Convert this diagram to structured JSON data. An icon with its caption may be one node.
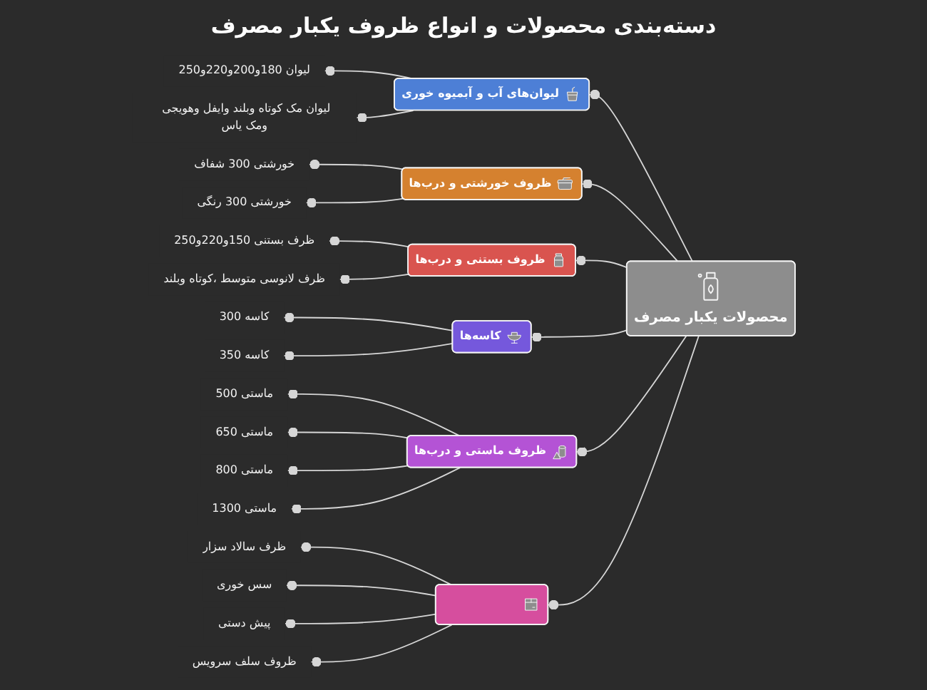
{
  "diagram": {
    "title": "دسته‌بندی محصولات و انواع ظروف یکبار مصرف",
    "nodes": [
      {
        "text": [
          "محصولات یکبار مصرف"
        ]
      },
      {
        "text": [
          "لیوان‌های آب و آبمیوه خوری"
        ]
      },
      {
        "text": [
          "لیوان 180و200و220و250"
        ]
      },
      {
        "text": [
          "لیوان مک کوتاه وبلند وایفل وهویجی ومک یاس"
        ]
      },
      {
        "text": [
          "ظروف خورشتی و درب‌ها"
        ]
      },
      {
        "text": [
          "خورشتی 300 شفاف"
        ]
      },
      {
        "text": [
          "خورشتی 300 رنگی"
        ]
      },
      {
        "text": [
          "ظروف بستنی و درب‌ها"
        ]
      },
      {
        "text": [
          "ظرف بستنی 150و220و250"
        ]
      },
      {
        "text": [
          "ظرف لانوسی متوسط ،کوتاه وبلند"
        ]
      },
      {
        "text": [
          "کاسه‌ها"
        ]
      },
      {
        "text": [
          "کاسه 300"
        ]
      },
      {
        "text": [
          "کاسه 350"
        ]
      },
      {
        "text": [
          "ظروف ماستی و درب‌ها"
        ]
      },
      {
        "text": [
          "ماستی 500"
        ]
      },
      {
        "text": [
          "ماستی 650"
        ]
      },
      {
        "text": [
          "ماستی 800"
        ]
      },
      {
        "text": [
          "ماستی 1300"
        ]
      },
      {
        "text": [],
        "shape": "box"
      },
      {
        "text": [
          "ظرف سالاد سزار"
        ]
      },
      {
        "text": [
          "سس خوری"
        ]
      },
      {
        "text": [
          "پیش دستی"
        ]
      },
      {
        "text": [
          "ظروف سلف سرویس"
        ]
      }
    ],
    "edges": [
      {
        "from": 0,
        "to": 1,
        "arrow": "other"
      },
      {
        "from": 1,
        "to": 2,
        "arrow": "other"
      },
      {
        "from": 1,
        "to": 3,
        "arrow": "other"
      },
      {
        "from": 0,
        "to": 4,
        "arrow": "other"
      },
      {
        "from": 4,
        "to": 5,
        "arrow": "other"
      },
      {
        "from": 4,
        "to": 6,
        "arrow": "other"
      },
      {
        "from": 0,
        "to": 7,
        "arrow": "other"
      },
      {
        "from": 7,
        "to": 8,
        "arrow": "other"
      },
      {
        "from": 7,
        "to": 9,
        "arrow": "other"
      },
      {
        "from": 0,
        "to": 10,
        "arrow": "other"
      },
      {
        "from": 10,
        "to": 11,
        "arrow": "other"
      },
      {
        "from": 10,
        "to": 12,
        "arrow": "other"
      },
      {
        "from": 0,
        "to": 13,
        "arrow": "other"
      },
      {
        "from": 13,
        "to": 14,
        "arrow": "other"
      },
      {
        "from": 13,
        "to": 15,
        "arrow": "other"
      },
      {
        "from": 13,
        "to": 16,
        "arrow": "other"
      },
      {
        "from": 13,
        "to": 17,
        "arrow": "other"
      },
      {
        "from": 0,
        "to": 18,
        "arrow": "other"
      },
      {
        "from": 18,
        "to": 19,
        "arrow": "other"
      },
      {
        "from": 18,
        "to": 20,
        "arrow": "other"
      },
      {
        "from": 18,
        "to": 21,
        "arrow": "other"
      },
      {
        "from": 18,
        "to": 22,
        "arrow": "other"
      }
    ]
  }
}
